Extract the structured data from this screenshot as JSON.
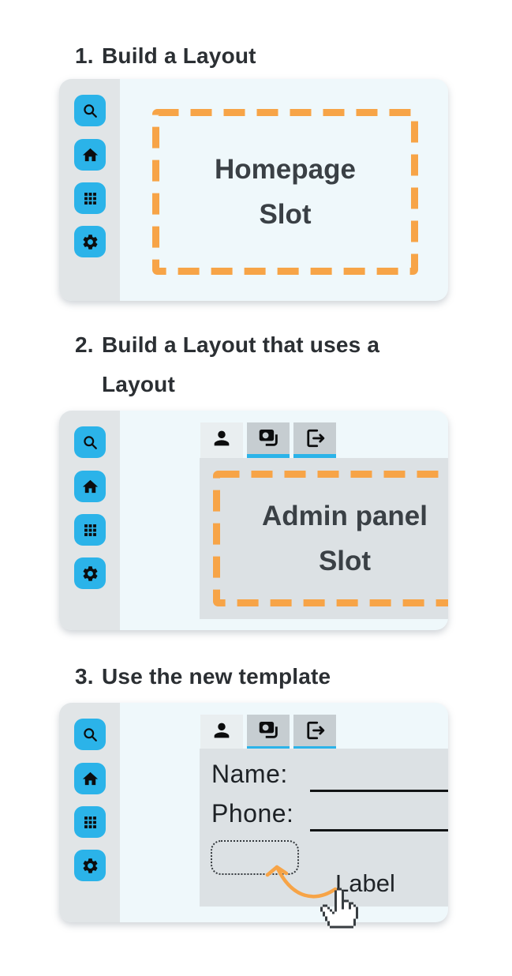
{
  "colors": {
    "accent_blue": "#2bb3e9",
    "accent_orange": "#f7a447",
    "card_bg": "#eff8fb",
    "sidebar_bg": "#e1e5e7",
    "panel_bg": "#dce1e4",
    "tab_active_bg": "#e9eef0",
    "tab_inactive_bg": "#c6cdd1",
    "heading_text": "#2b2f33",
    "slot_text": "#3a4045",
    "cursor_outline": "#383d41"
  },
  "steps": [
    {
      "number": "1.",
      "title": "Build a Layout"
    },
    {
      "number": "2.",
      "title": "Build a Layout that uses a Layout"
    },
    {
      "number": "3.",
      "title": "Use the new template"
    }
  ],
  "slots": {
    "homepage": {
      "line1": "Homepage",
      "line2": "Slot"
    },
    "admin": {
      "line1": "Admin panel",
      "line2": "Slot"
    }
  },
  "form": {
    "fields": [
      {
        "label": "Name:"
      },
      {
        "label": "Phone:"
      }
    ],
    "annotation": "Label"
  },
  "icons": {
    "sidebar": [
      "search-icon",
      "home-icon",
      "grid-icon",
      "gear-icon"
    ],
    "tabs": [
      "person-icon",
      "photo-icon",
      "logout-icon"
    ],
    "other": [
      "curved-arrow-icon",
      "hand-cursor-icon"
    ]
  }
}
